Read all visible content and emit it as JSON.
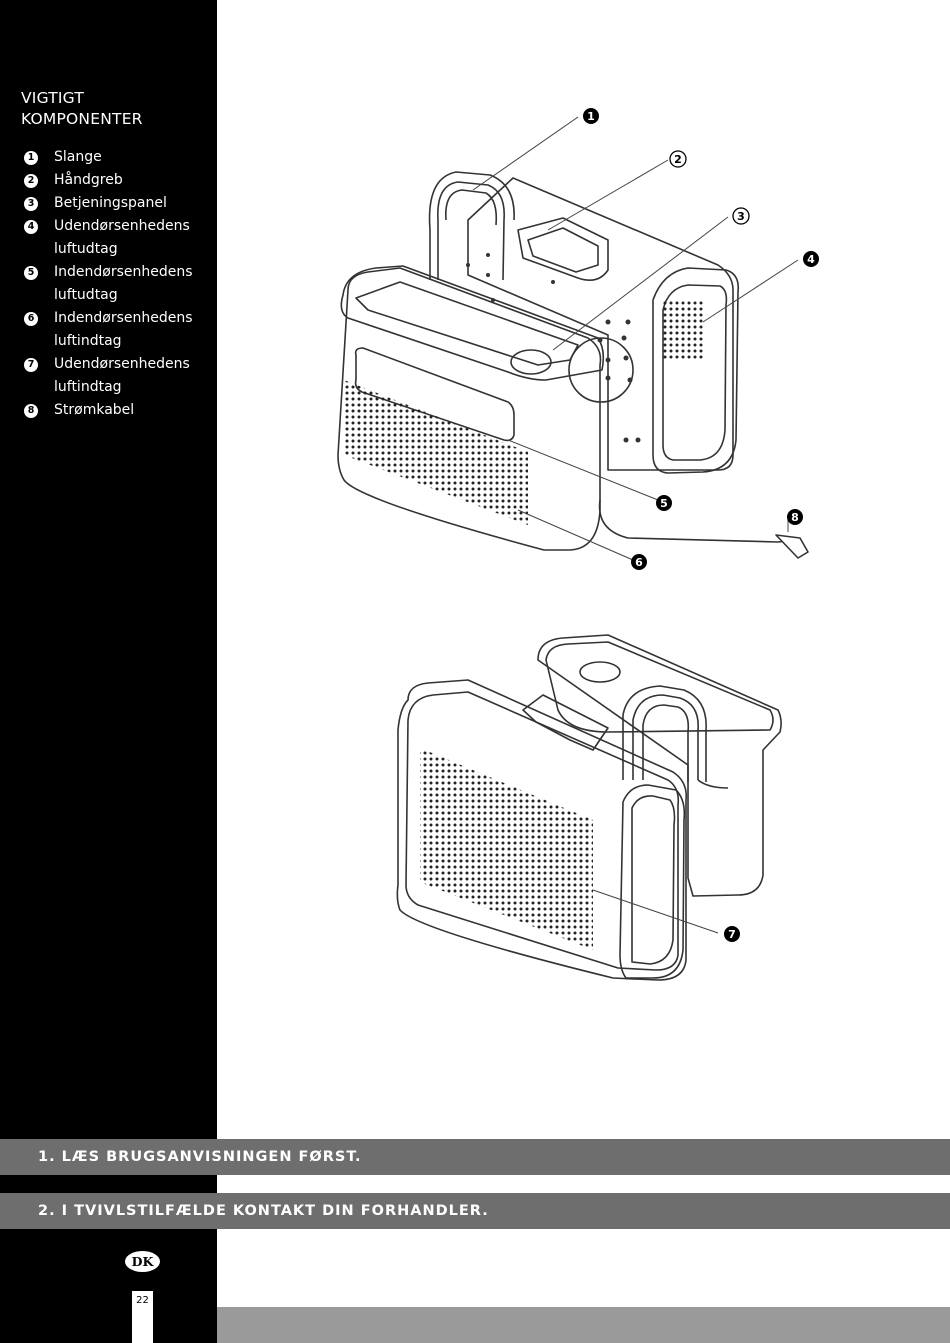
{
  "section": {
    "title_line1": "VIGTIGT",
    "title_line2": "KOMPONENTER"
  },
  "components": [
    {
      "num": "1",
      "lines": [
        "Slange"
      ]
    },
    {
      "num": "2",
      "lines": [
        "Håndgreb"
      ]
    },
    {
      "num": "3",
      "lines": [
        "Betjeningspanel"
      ]
    },
    {
      "num": "4",
      "lines": [
        "Udendørsenhedens",
        "luftudtag"
      ]
    },
    {
      "num": "5",
      "lines": [
        "Indendørsenhedens",
        "luftudtag"
      ]
    },
    {
      "num": "6",
      "lines": [
        "Indendørsenhedens",
        "luftindtag"
      ]
    },
    {
      "num": "7",
      "lines": [
        "Udendørsenhedens",
        "luftindtag"
      ]
    },
    {
      "num": "8",
      "lines": [
        "Strømkabel"
      ]
    }
  ],
  "callouts": [
    "1",
    "2",
    "3",
    "4",
    "5",
    "6",
    "7",
    "8"
  ],
  "notices": {
    "first": "1. LÆS BRUGSANVISNINGEN FØRST.",
    "second": "2. I TVIVLSTILFÆLDE KONTAKT DIN FORHANDLER."
  },
  "footer": {
    "language_badge": "DK",
    "page_number": "22"
  },
  "colors": {
    "sidebar": "#000000",
    "band": "#6e6e6e",
    "bottom_bar": "#9a9a9a"
  }
}
